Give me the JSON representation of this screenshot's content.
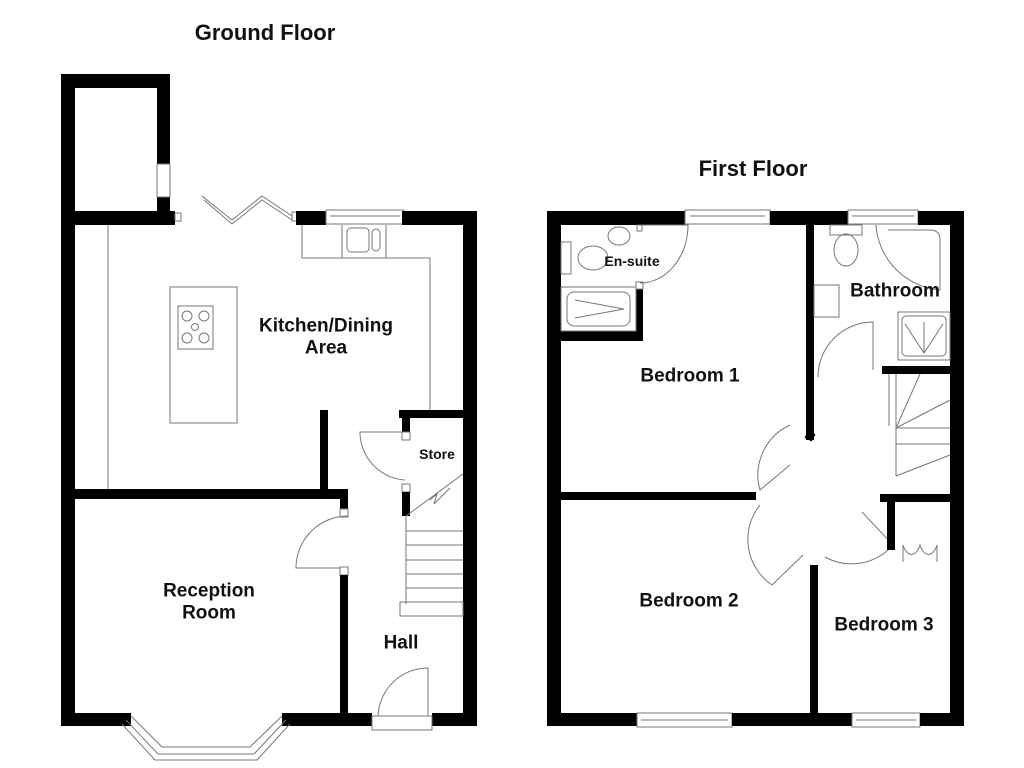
{
  "floors": [
    {
      "title": "Ground Floor",
      "rooms": [
        {
          "name": "Kitchen/Dining",
          "name2": "Area"
        },
        {
          "name": "Store"
        },
        {
          "name": "Reception",
          "name2": "Room"
        },
        {
          "name": "Hall"
        }
      ]
    },
    {
      "title": "First Floor",
      "rooms": [
        {
          "name": "En-suite"
        },
        {
          "name": "Bathroom"
        },
        {
          "name": "Bedroom 1"
        },
        {
          "name": "Bedroom 2"
        },
        {
          "name": "Bedroom 3"
        }
      ]
    }
  ],
  "colors": {
    "wall": "#000000",
    "fixture_line": "#777777",
    "background": "#ffffff"
  }
}
